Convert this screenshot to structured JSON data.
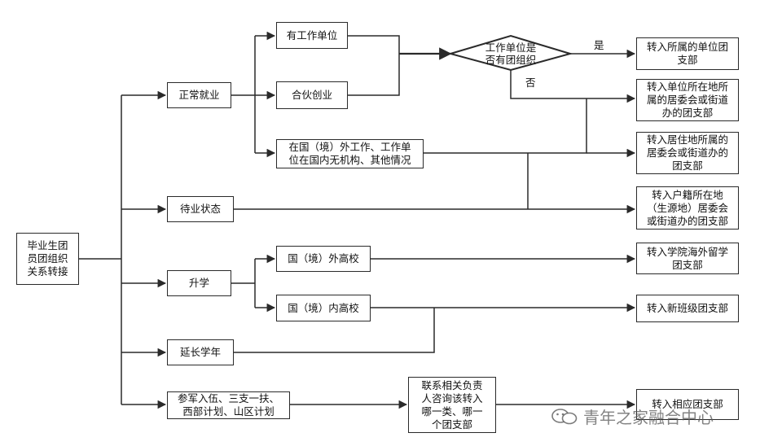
{
  "nodes": {
    "root": "毕业生团\n员团组织\n关系转接",
    "employment": "正常就业",
    "unemployed": "待业状态",
    "further_study": "升学",
    "extended": "延长学年",
    "military": "参军入伍、三支一扶、\n西部计划、山区计划",
    "work_unit": "有工作单位",
    "partnership": "合伙创业",
    "abroad_work": "在国（境）外工作、工作单\n位在国内无机构、其他情况",
    "decision": "工作单位是\n否有团组织",
    "to_unit": "转入所属的单位团\n支部",
    "to_unit_community": "转入单位所在地所\n属的居委会或街道\n办的团支部",
    "to_residence": "转入居住地所属的\n居委会或街道办的\n团支部",
    "to_household": "转入户籍所在地\n（生源地）居委会\n或街道办的团支部",
    "overseas_school": "国（境）外高校",
    "domestic_school": "国（境）内高校",
    "to_overseas_branch": "转入学院海外留学\n团支部",
    "to_new_class": "转入新班级团支部",
    "contact": "联系相关负责\n人咨询该转入\n哪一类、哪一\n个团支部",
    "to_receiving": "转入相应团支部"
  },
  "edge_labels": {
    "yes": "是",
    "no": "否"
  },
  "watermark": "青年之家融合中心"
}
